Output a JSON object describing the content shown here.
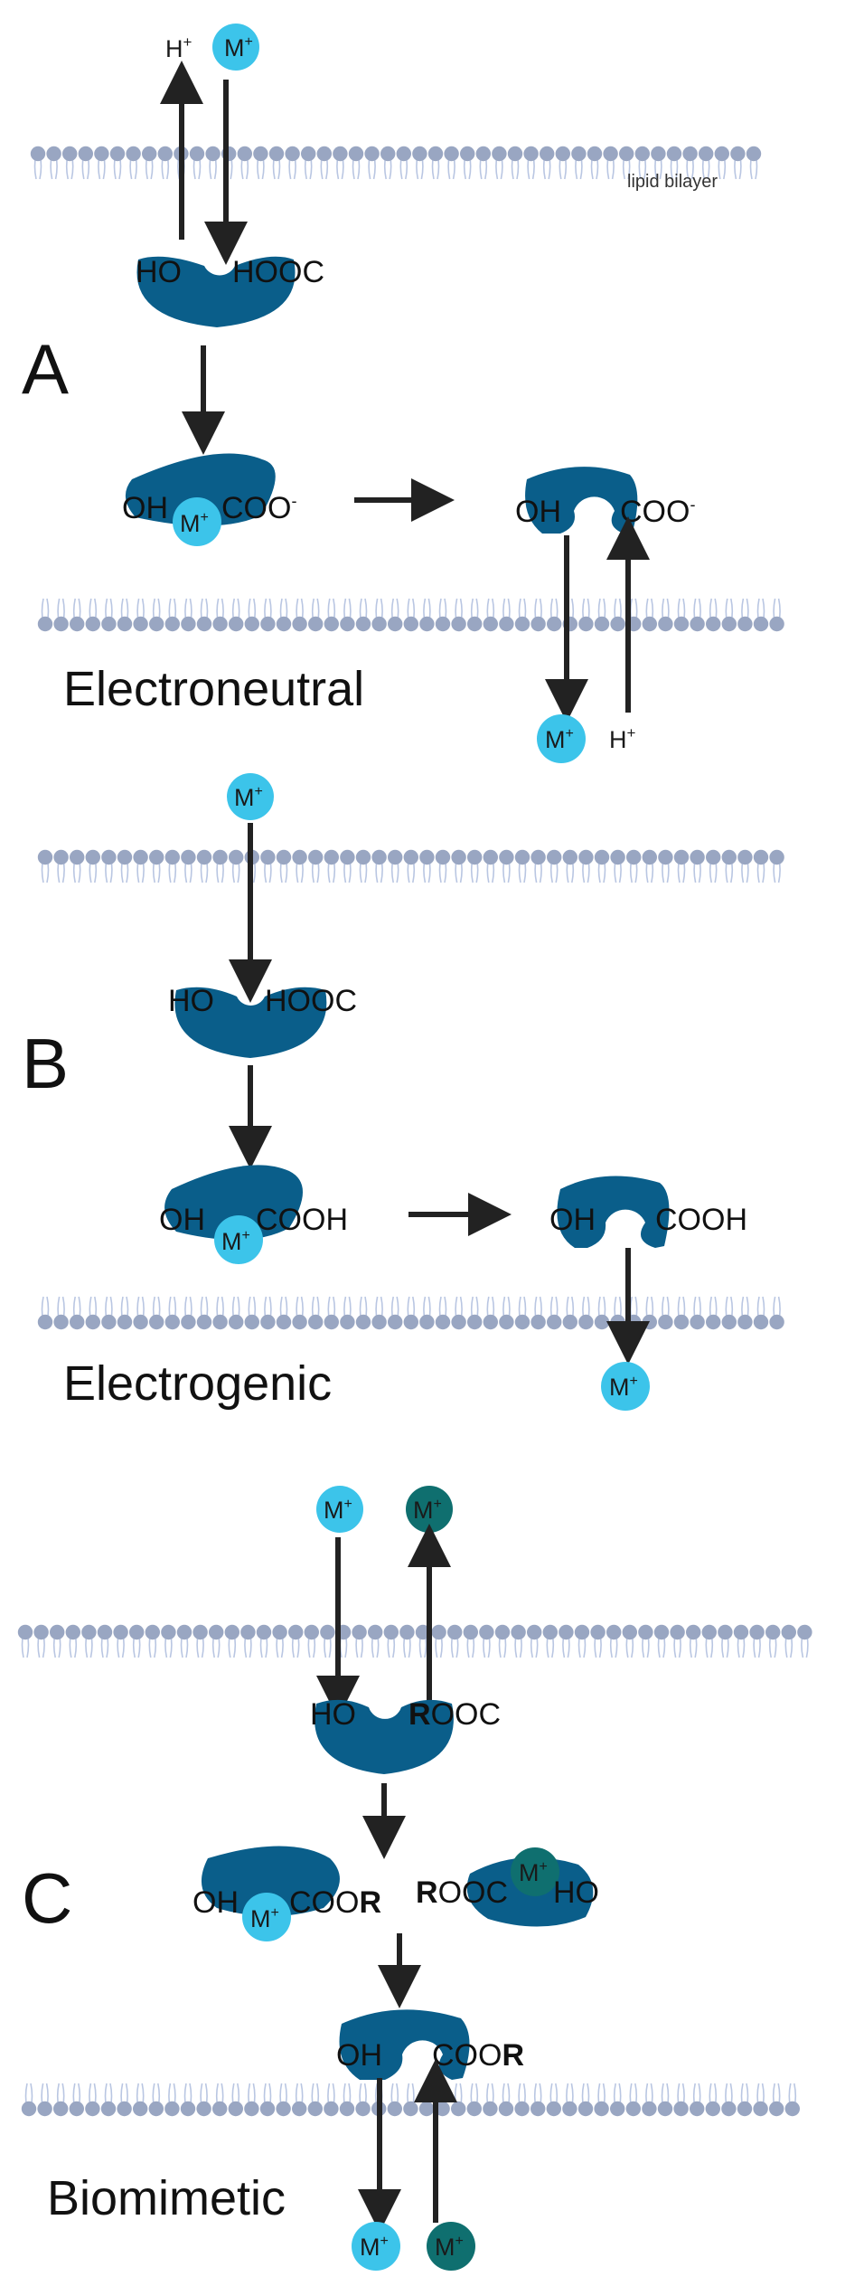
{
  "membrane_label": "lipid bilayer",
  "ions": {
    "metal": "M",
    "proton": "H",
    "plus": "+"
  },
  "groups": {
    "ho": "HO",
    "oh": "OH",
    "hooc": "HOOC",
    "coo": "COO",
    "minus": "-",
    "cooh": "COOH",
    "rooc_r": "R",
    "rooc_tail": "OOC",
    "coor_head": "COO",
    "coor_r": "R"
  },
  "panels": [
    {
      "letter": "A",
      "caption": "Electroneutral"
    },
    {
      "letter": "B",
      "caption": "Electrogenic"
    },
    {
      "letter": "C",
      "caption": "Biomimetic"
    }
  ],
  "colors": {
    "carrier": "#0a5e8a",
    "ion_light": "#3cc4ea",
    "ion_dark": "#0f6f6f",
    "lipid_head": "#99a6c2",
    "lipid_tail": "#b9c6e2",
    "arrow": "#222222"
  }
}
